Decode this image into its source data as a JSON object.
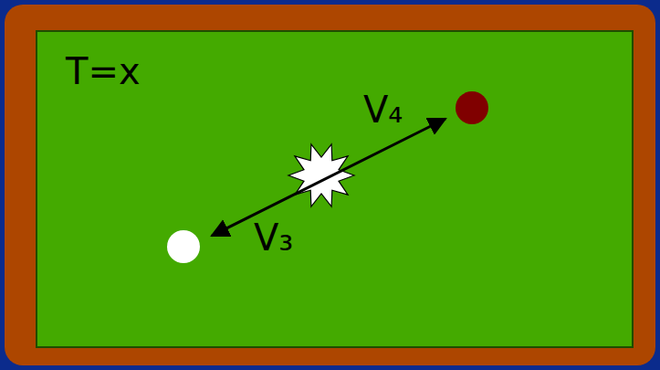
{
  "diagram": {
    "labels": [
      "T=x",
      "V₄",
      "V₃"
    ]
  }
}
